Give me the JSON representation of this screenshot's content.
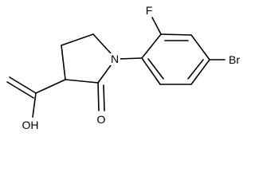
{
  "structure": {
    "atoms": {
      "nitrogen": "N",
      "fluorine": "F",
      "bromine": "Br",
      "carbonyl_oxygen": "O",
      "hydroxyl": "OH"
    },
    "colors": {
      "bond": "#000000",
      "label": "#000000",
      "background": "#ffffff"
    }
  }
}
